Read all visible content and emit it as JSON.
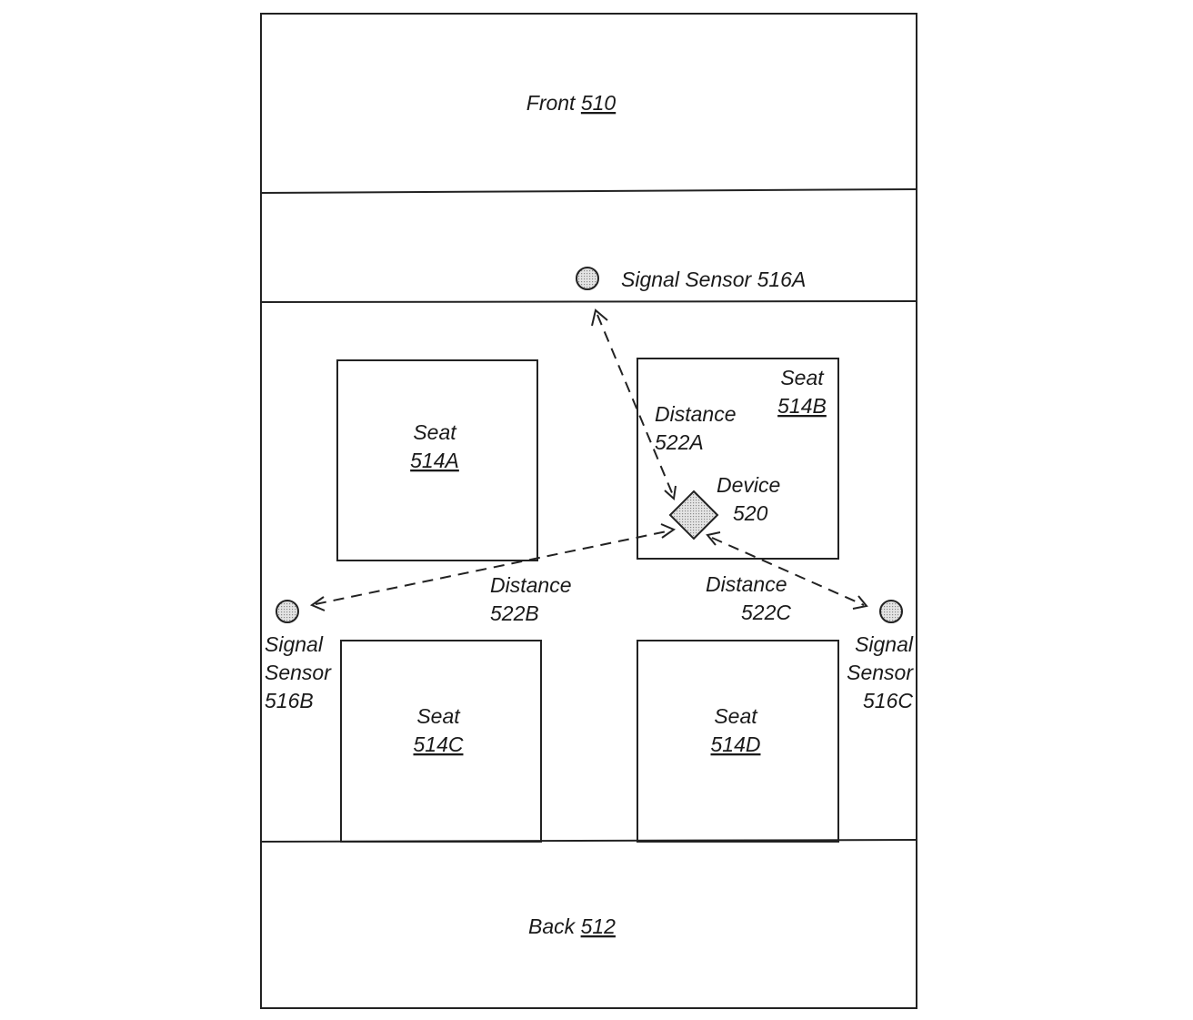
{
  "front": {
    "label": "Front",
    "ref": "510"
  },
  "back": {
    "label": "Back",
    "ref": "512"
  },
  "seats": [
    {
      "label": "Seat",
      "ref": "514A"
    },
    {
      "label": "Seat",
      "ref": "514B"
    },
    {
      "label": "Seat",
      "ref": "514C"
    },
    {
      "label": "Seat",
      "ref": "514D"
    }
  ],
  "sensors": [
    {
      "text": "Signal Sensor 516A"
    },
    {
      "line1": "Signal",
      "line2": "Sensor",
      "line3": "516B"
    },
    {
      "line1": "Signal",
      "line2": "Sensor",
      "line3": "516C"
    }
  ],
  "device": {
    "line1": "Device",
    "line2": "520"
  },
  "distances": [
    {
      "line1": "Distance",
      "line2": "522A"
    },
    {
      "line1": "Distance",
      "line2": "522B"
    },
    {
      "line1": "Distance",
      "line2": "522C"
    }
  ],
  "colors": {
    "line": "#222222",
    "background": "#ffffff",
    "fill_pattern": "stippled grey"
  }
}
